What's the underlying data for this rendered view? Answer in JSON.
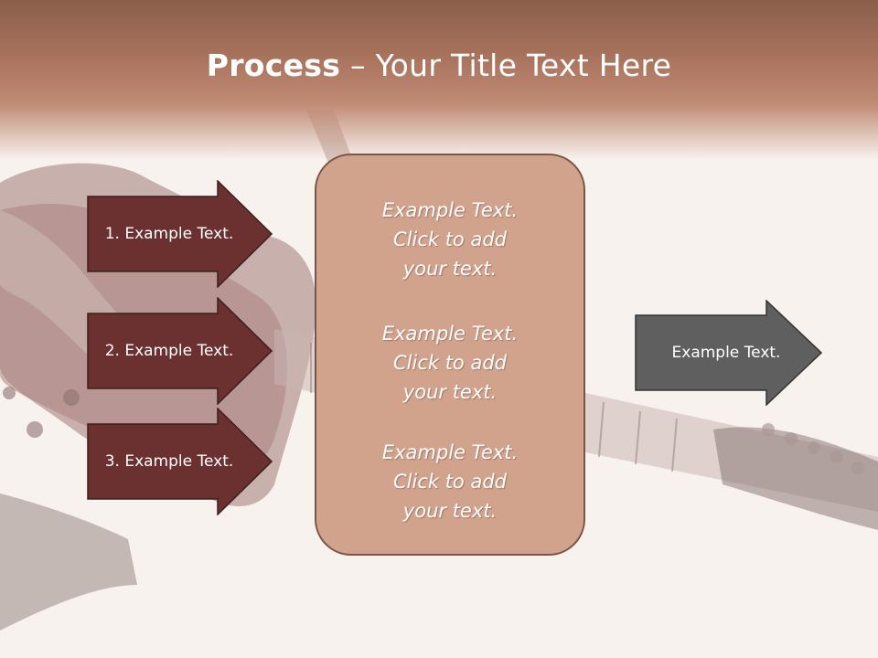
{
  "slide": {
    "title_bold": "Process",
    "title_rest": " – Your Title Text Here"
  },
  "left_arrows": [
    {
      "label": "1. Example Text."
    },
    {
      "label": "2. Example Text."
    },
    {
      "label": "3. Example Text."
    }
  ],
  "center_box": {
    "blocks": [
      {
        "line1": "Example Text.",
        "line2": "Click  to add",
        "line3": "your text."
      },
      {
        "line1": "Example Text.",
        "line2": "Click  to add",
        "line3": "your text."
      },
      {
        "line1": "Example Text.",
        "line2": "Click  to add",
        "line3": "your text."
      }
    ]
  },
  "right_arrow": {
    "label": "Example Text."
  },
  "colors": {
    "title_band": "#a8725c",
    "left_arrow_fill": "#6b3030",
    "center_box_fill": "#d1a28c",
    "right_arrow_fill": "#5f5f5f"
  },
  "icons": {
    "background_image": "electric-guitar-photo"
  }
}
